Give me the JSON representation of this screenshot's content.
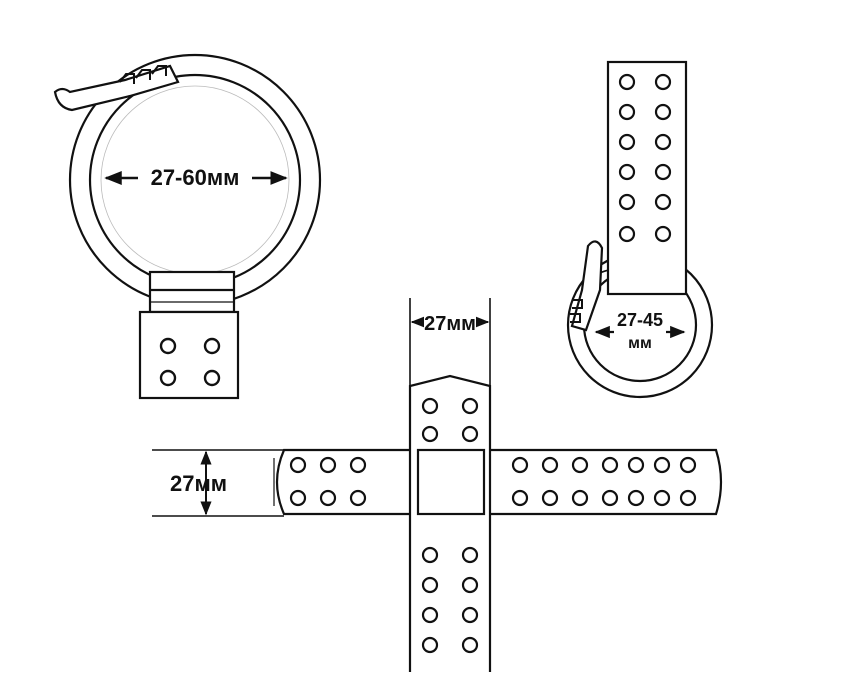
{
  "labels": {
    "clamp_large_range": "27-60мм",
    "clamp_small_range_top": "27-45",
    "clamp_small_range_bottom": "мм",
    "cross_width": "27мм",
    "strap_width": "27мм"
  },
  "colors": {
    "stroke": "#111111",
    "background": "#ffffff"
  }
}
